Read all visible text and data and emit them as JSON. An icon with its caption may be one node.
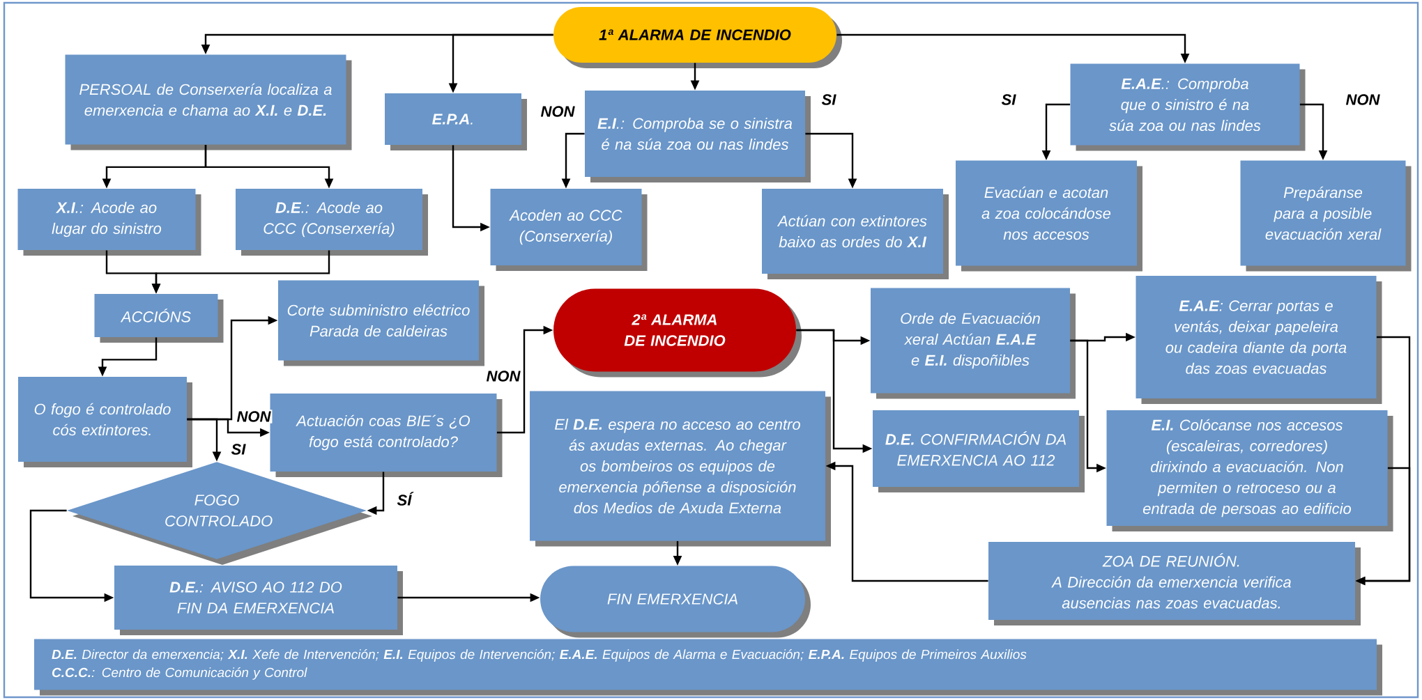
{
  "diagram": {
    "nodes": [
      {
        "text": [
          "1ª ALARMA DE INCENDIO"
        ]
      },
      {
        "text": [
          "PERSOAL de Conserxería localiza a emerxencia e chama ao **X.I.** e **D.E.**"
        ]
      },
      {
        "text": [
          "**E.P.A**."
        ]
      },
      {
        "text": [
          "**E.I**.: Comproba se o sinistra é na súa zoa ou nas lindes"
        ]
      },
      {
        "text": [
          "**E.A.E**.: Comproba que o sinistro é na súa zoa ou nas lindes"
        ]
      },
      {
        "text": [
          "**X.I**.: Acode ao lugar do sinistro"
        ]
      },
      {
        "text": [
          "**D.E**.: Acode ao CCC (Conserxería)"
        ]
      },
      {
        "text": [
          "Acoden ao CCC (Conserxería)"
        ]
      },
      {
        "text": [
          "Actúan con extintores baixo as ordes do **X.I**"
        ]
      },
      {
        "text": [
          "Evacúan e acotan a zoa colocándose nos accesos"
        ]
      },
      {
        "text": [
          "Prepáranse para a posible evacuación xeral"
        ]
      },
      {
        "text": [
          "ACCIÓNS"
        ]
      },
      {
        "text": [
          "Corte subministro eléctrico Parada de caldeiras"
        ]
      },
      {
        "text": [
          "2ª ALARMA DE INCENDIO"
        ]
      },
      {
        "text": [
          "Orde de Evacuación xeral Actúan **E.A.E** e **E.I.** dispoñibles"
        ]
      },
      {
        "text": [
          "**E.A.E**: Cerrar portas e ventás, deixar papeleira ou  cadeira  diante da porta das zoas evacuadas"
        ]
      },
      {
        "text": [
          "O fogo é controlado cós extintores."
        ]
      },
      {
        "text": [
          "Actuación coas BIE´s ¿O  fogo está controlado?"
        ]
      },
      {
        "text": [
          "El **D.E.** espera no acceso ao centro ás axudas externas. Ao chegar os bombeiros os equipos de emerxencia póñense a disposición dos Medios de Axuda Externa"
        ]
      },
      {
        "text": [
          "**D.E.** CONFIRMACIÓN DA EMERXENCIA AO 112"
        ]
      },
      {
        "text": [
          "**E.I.** Colócanse nos accesos (escaleiras, corredores) dirixindo a evacuación. Non permiten o retroceso ou a entrada de persoas ao edificio"
        ]
      },
      {
        "text": [
          "FOGO CONTROLADO"
        ]
      },
      {
        "text": [
          "**D.E.**: AVISO AO 112 DO FIN DA EMERXENCIA"
        ]
      },
      {
        "text": [
          "FIN EMERXENCIA"
        ]
      },
      {
        "text": [
          "ZOA DE REUNIÓN.",
          "A Dirección da emerxencia verifica ausencias nas zoas evacuadas."
        ]
      },
      {
        "text": [
          "**D.E.** Director da emerxencia; **X.I.** Xefe de Intervención; **E.I.** Equipos de Intervención; **E.A.E.** Equipos de Alarma e Evacuación; **E.P.A.** Equipos de Primeiros Auxilios",
          "**C.C.C.**: Centro de Comunicación y Control"
        ]
      }
    ],
    "edges": [
      {
        "from": 0,
        "to": 1,
        "arrow": "to"
      },
      {
        "from": 0,
        "to": 2,
        "arrow": "to"
      },
      {
        "from": 0,
        "to": 3,
        "arrow": "to"
      },
      {
        "from": 0,
        "to": 4,
        "arrow": "to"
      },
      {
        "from": 1,
        "to": 5,
        "arrow": "to"
      },
      {
        "from": 1,
        "to": 6,
        "arrow": "to"
      },
      {
        "from": 5,
        "to": 11,
        "arrow": "to"
      },
      {
        "from": 6,
        "to": 11,
        "arrow": "to"
      },
      {
        "from": 11,
        "to": 16,
        "arrow": "to"
      },
      {
        "from": 2,
        "to": 7,
        "arrow": "to"
      },
      {
        "from": 3,
        "to": 7,
        "arrow": "to",
        "label": "NON"
      },
      {
        "from": 3,
        "to": 8,
        "arrow": "to",
        "label": "SI"
      },
      {
        "from": 4,
        "to": 9,
        "arrow": "to",
        "label": "SI"
      },
      {
        "from": 4,
        "to": 10,
        "arrow": "to",
        "label": "NON"
      },
      {
        "from": 16,
        "to": 12,
        "arrow": "to"
      },
      {
        "from": 16,
        "to": 17,
        "arrow": "to",
        "label": "NON"
      },
      {
        "from": 16,
        "to": 21,
        "arrow": "to",
        "label": "SI"
      },
      {
        "from": 17,
        "to": 13,
        "arrow": "to",
        "label": "NON"
      },
      {
        "from": 17,
        "to": 21,
        "arrow": "to",
        "label": "SÍ"
      },
      {
        "from": 21,
        "to": 22,
        "arrow": "to"
      },
      {
        "from": 22,
        "to": 23,
        "arrow": "to"
      },
      {
        "from": 18,
        "to": 23,
        "arrow": "to"
      },
      {
        "from": 13,
        "to": 14,
        "arrow": "to"
      },
      {
        "from": 13,
        "to": 19,
        "arrow": "to"
      },
      {
        "from": 14,
        "to": 15,
        "arrow": "to"
      },
      {
        "from": 14,
        "to": 20,
        "arrow": "to"
      },
      {
        "from": 15,
        "to": 24,
        "arrow": "to"
      },
      {
        "from": 20,
        "to": 24,
        "arrow": "to"
      },
      {
        "from": 24,
        "to": 18,
        "arrow": "to"
      }
    ]
  }
}
